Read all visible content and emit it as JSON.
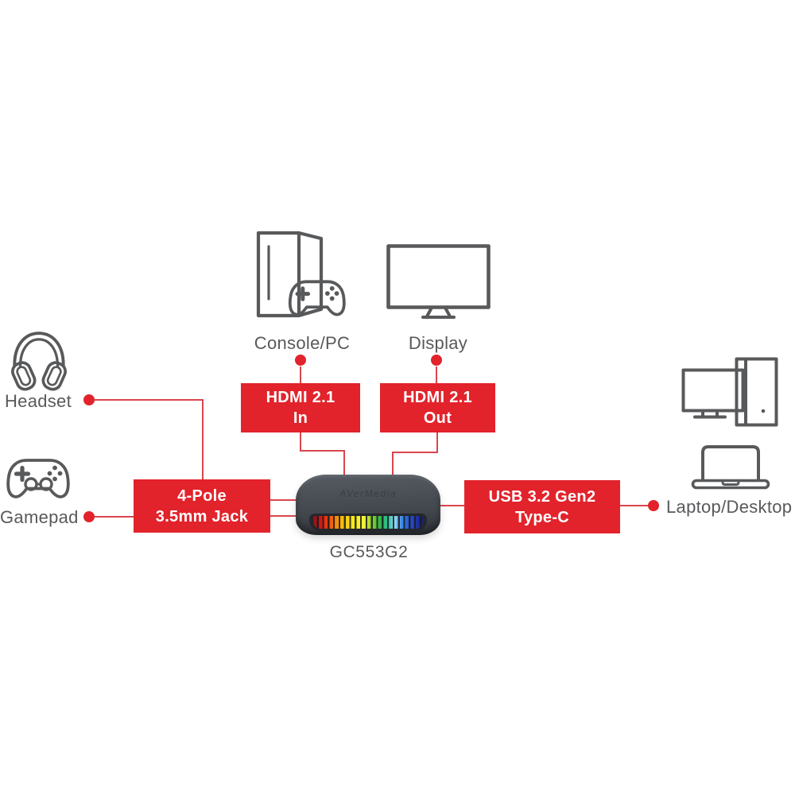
{
  "device": {
    "model": "GC553G2",
    "brand_logo": "AVerMedia"
  },
  "peripherals": {
    "headset": "Headset",
    "gamepad": "Gamepad",
    "console": "Console/PC",
    "display": "Display",
    "laptop_desktop": "Laptop/Desktop"
  },
  "ports": {
    "hdmi_in": {
      "line1": "HDMI 2.1",
      "line2": "In"
    },
    "hdmi_out": {
      "line1": "HDMI 2.1",
      "line2": "Out"
    },
    "jack": {
      "line1": "4-Pole",
      "line2": "3.5mm Jack"
    },
    "usb": {
      "line1": "USB 3.2 Gen2",
      "line2": "Type-C"
    }
  },
  "colors": {
    "accent_red": "#e2232b",
    "connector_red": "#d9464d",
    "icon_gray": "#58595b",
    "device_body": "#45494f"
  }
}
